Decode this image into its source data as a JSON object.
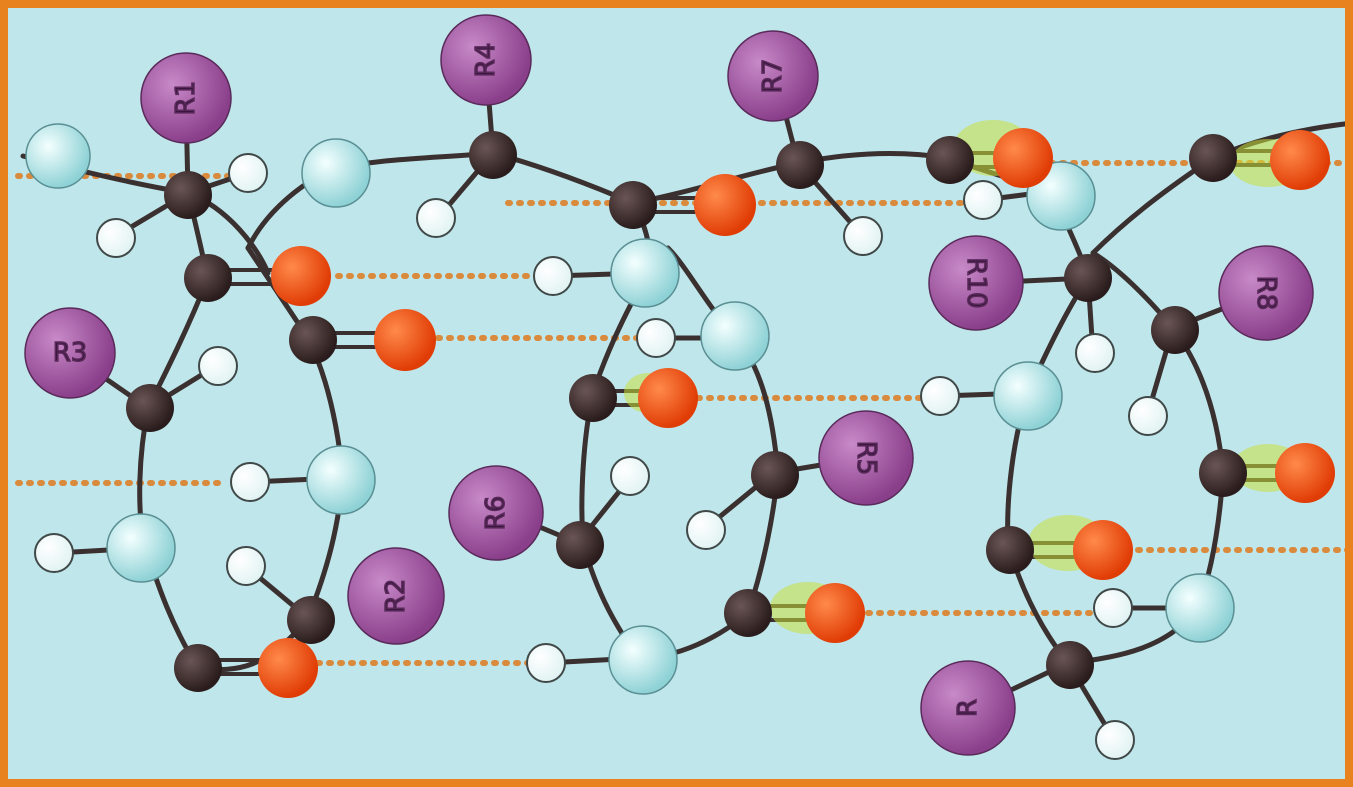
{
  "colors": {
    "frame": "#e8821e",
    "background": "#bfe6ea",
    "backbone": "#3a3030",
    "carbon": "#3b2a2a",
    "nitrogen": "#aee3e6",
    "oxygen": "#f2520f",
    "hydrogen": "#ffffff",
    "r_group": "#9b4f9b",
    "hydrogen_bond_dots": "#d98a3c"
  },
  "r_group_labels": {
    "r1": "R1",
    "r2": "R2",
    "r3": "R3",
    "r4": "R4",
    "r5": "R5",
    "r6": "R6",
    "r7": "R7",
    "r8": "R8",
    "r10": "R10",
    "r": "R"
  }
}
